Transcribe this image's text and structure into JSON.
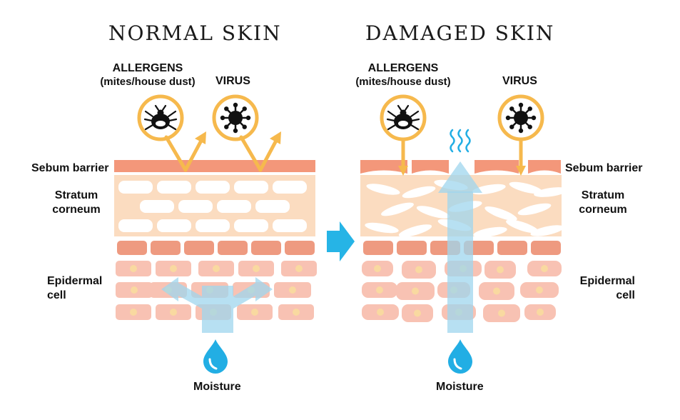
{
  "titles": {
    "normal": "NORMAL SKIN",
    "damaged": "DAMAGED SKIN"
  },
  "labels": {
    "allergens": "ALLERGENS",
    "allergens_sub": "(mites/house dust)",
    "virus": "VIRUS",
    "sebum_barrier": "Sebum barrier",
    "stratum_line1": "Stratum",
    "stratum_line2": "corneum",
    "epidermal_line1": "Epidermal",
    "epidermal_line2": "cell",
    "moisture": "Moisture"
  },
  "colors": {
    "sebum": "#f3977a",
    "stratum_bg": "#fbdcc0",
    "stratum_cell": "#ffffff",
    "granular": "#ee9a80",
    "epidermal": "#f8c2b3",
    "nucleus": "#f9d9a0",
    "arrow_orange": "#f6b94d",
    "water_blue": "#9fd6ee",
    "drop_blue": "#22aee4",
    "transition_arrow": "#26b4e6"
  },
  "icons": {
    "mite": "mite-icon",
    "virus": "virus-icon",
    "drop": "water-drop-icon",
    "vapor": "vapor-icon"
  }
}
